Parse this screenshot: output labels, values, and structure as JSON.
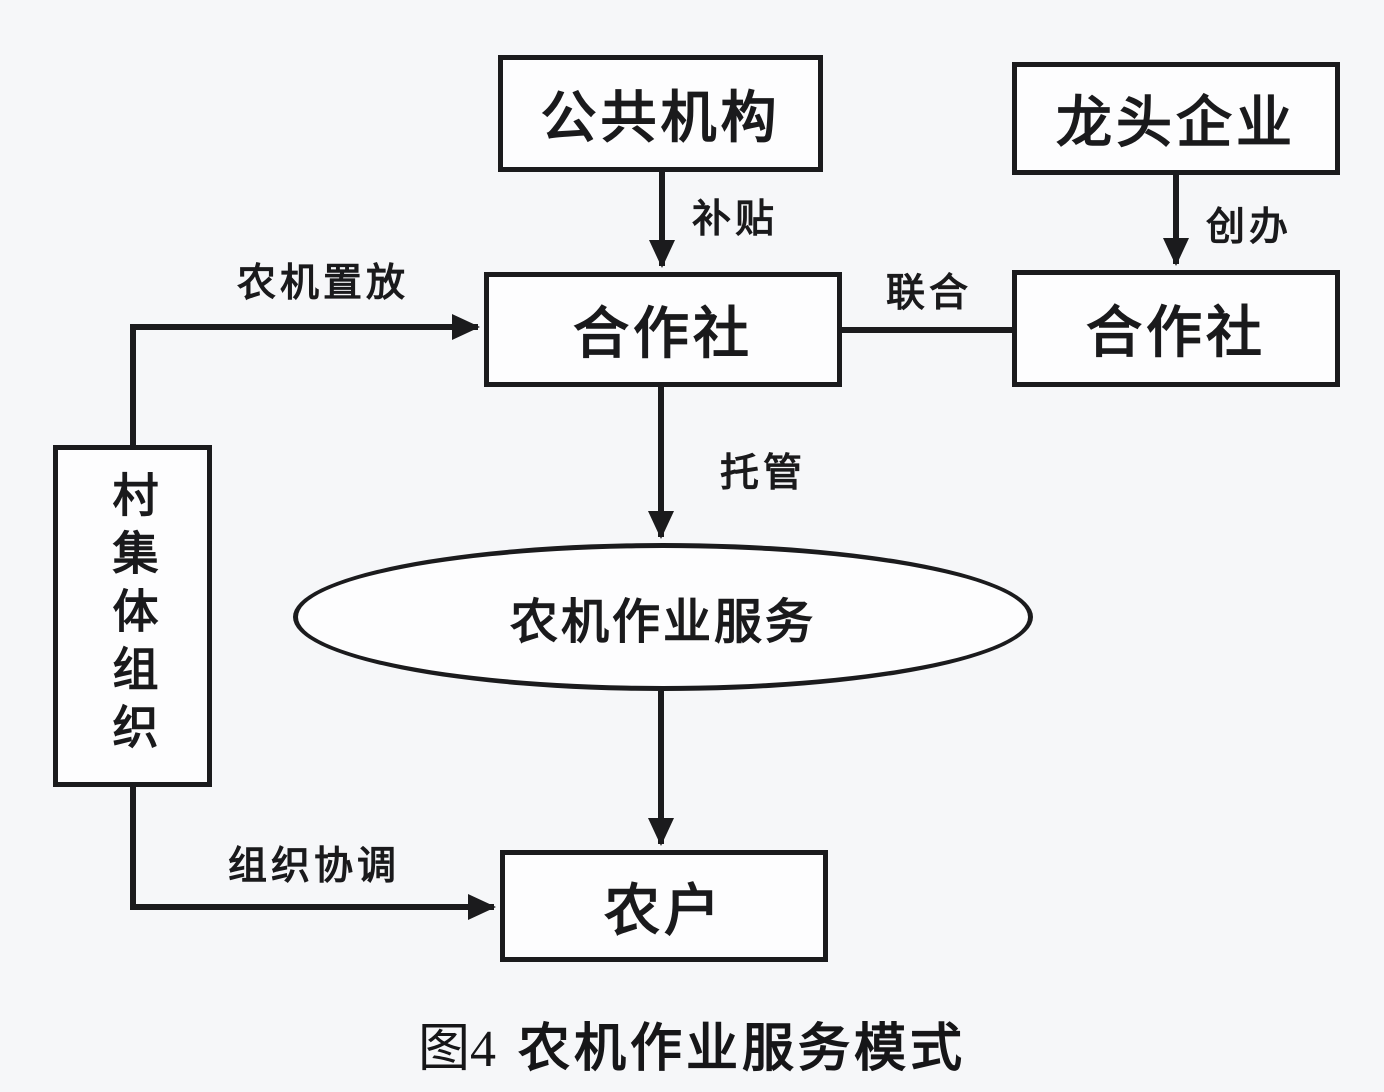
{
  "colors": {
    "background": "#f6f7f9",
    "stroke": "#1b1b1d",
    "node_fill": "#fdfdfe",
    "text": "#1a1a1c"
  },
  "nodes": {
    "public_institution": "公共机构",
    "leading_enterprise": "龙头企业",
    "coop_main": "合作社",
    "coop_right": "合作社",
    "village_collective": "村集体组织",
    "machinery_service": "农机作业服务",
    "farmer": "农户"
  },
  "edges": {
    "subsidy": "补贴",
    "found": "创办",
    "union": "联合",
    "machinery_placement": "农机置放",
    "trusteeship": "托管",
    "coordination": "组织协调"
  },
  "caption": {
    "prefix": "图4",
    "title": "农机作业服务模式"
  }
}
